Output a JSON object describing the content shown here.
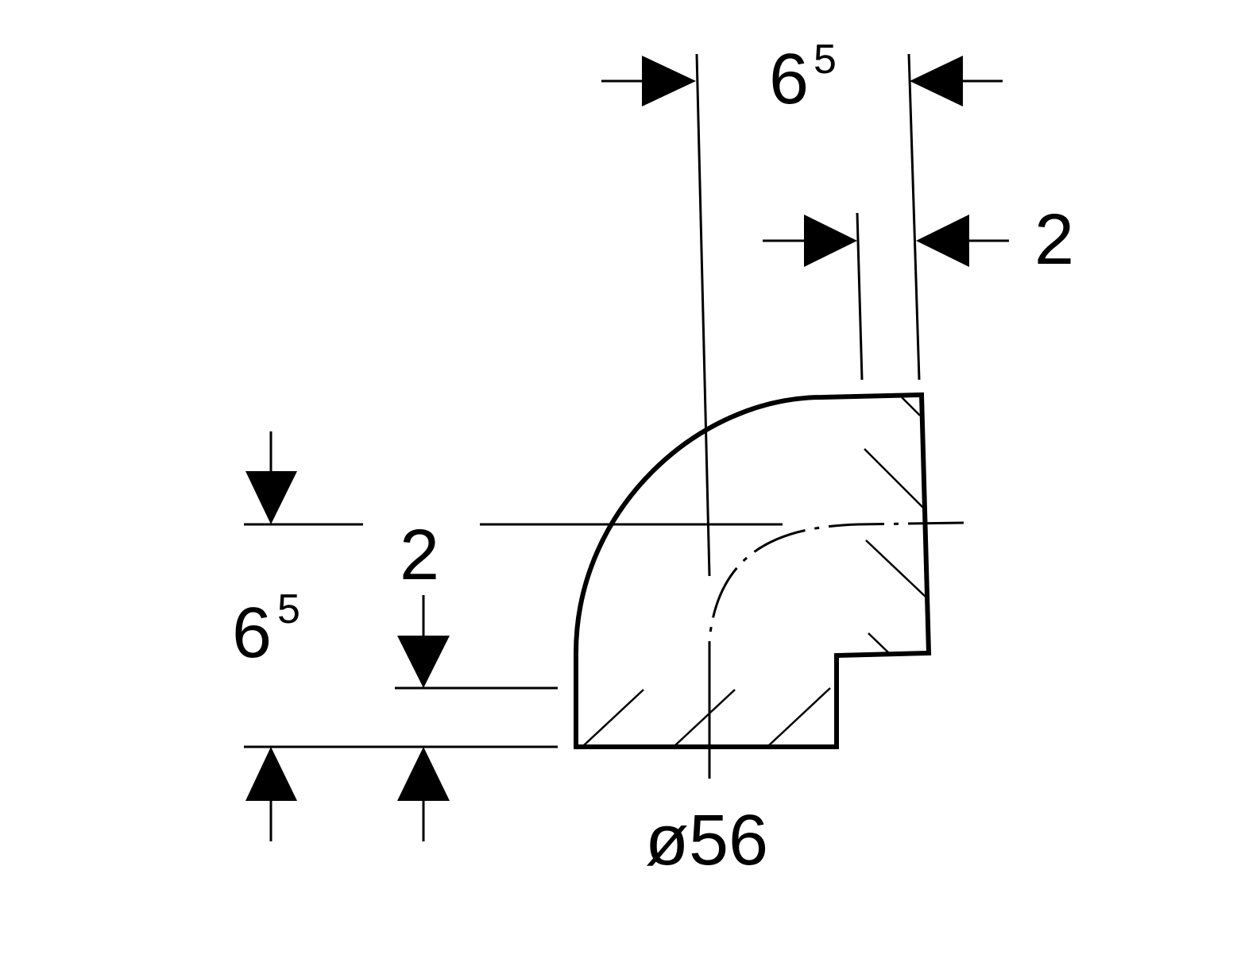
{
  "dimensions": {
    "top_width": {
      "base": "6",
      "superscript": "5"
    },
    "top_wall": {
      "value": "2"
    },
    "left_height": {
      "base": "6",
      "superscript": "5"
    },
    "left_wall": {
      "value": "2"
    },
    "diameter": {
      "value": "ø56"
    }
  },
  "colors": {
    "line": "#000000",
    "background": "#ffffff"
  }
}
